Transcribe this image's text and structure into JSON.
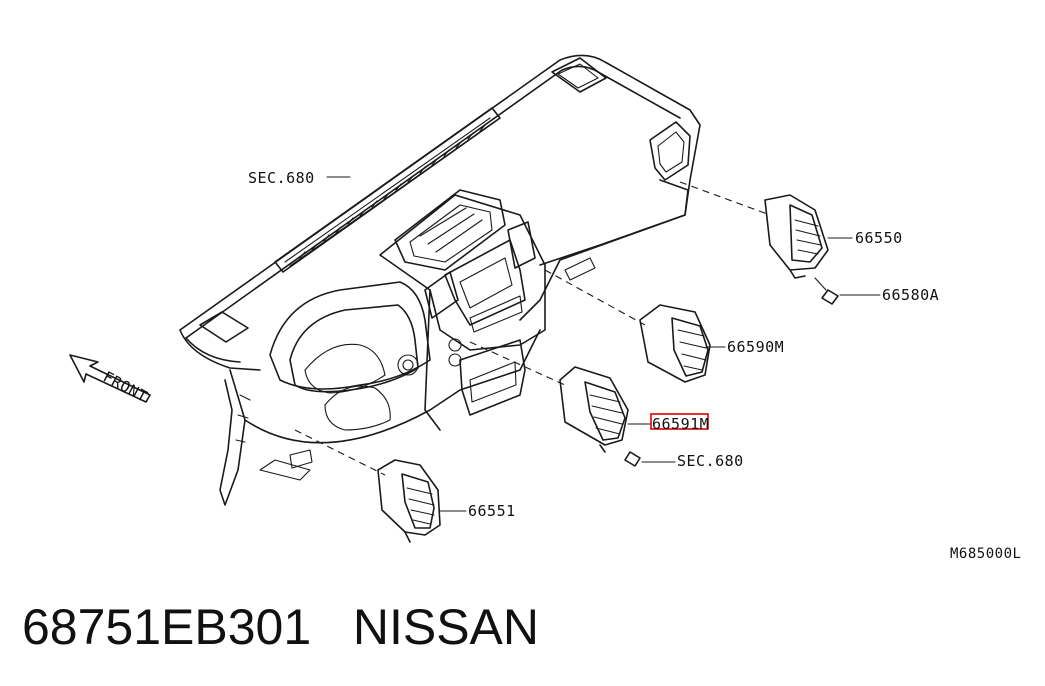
{
  "labels": {
    "sec_680_top": "SEC.680",
    "p66550": "66550",
    "p66580a": "66580A",
    "p66590m": "66590M",
    "p66591m": "66591M",
    "sec_680_bottom": "SEC.680",
    "p66551": "66551",
    "front": "FRONT",
    "figure_code": "M685000L"
  },
  "caption": {
    "part_number": "68751EB301",
    "brand": "NISSAN"
  },
  "highlight_color": "#e00000"
}
